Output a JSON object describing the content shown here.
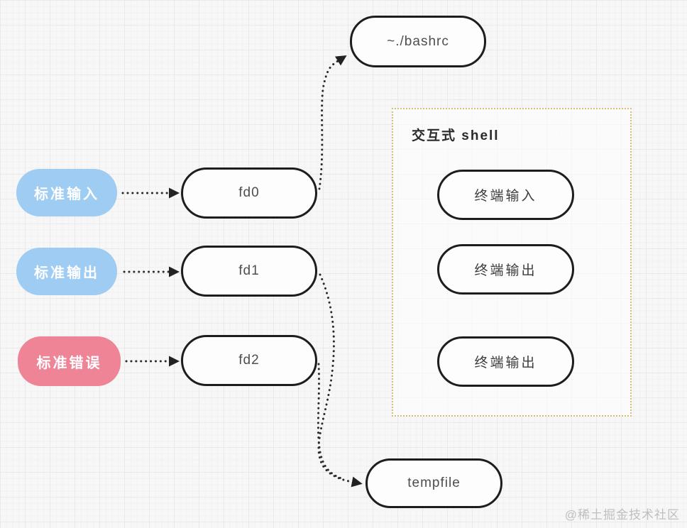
{
  "diagram": {
    "nodes": {
      "bashrc": "~./bashrc",
      "tempfile": "tempfile",
      "stdin": "标准输入",
      "stdout": "标准输出",
      "stderr": "标准错误",
      "fd0": "fd0",
      "fd1": "fd1",
      "fd2": "fd2"
    },
    "shell": {
      "title": "交互式 shell",
      "terminals": [
        "终端输入",
        "终端输出",
        "终端输出"
      ]
    },
    "arrows": [
      "stdin → fd0",
      "stdout → fd1",
      "stderr → fd2",
      "fd0 → ~./bashrc",
      "fd1 → tempfile",
      "fd2 → tempfile"
    ],
    "colors": {
      "input_output_pill": "#9fccf2",
      "error_pill": "#ef8497",
      "box_border": "#1d1d1d",
      "shell_border": "#d9c070",
      "arrow": "#2b2b2b",
      "background": "#f7f7f7"
    },
    "watermark": "@稀土掘金技术社区"
  }
}
